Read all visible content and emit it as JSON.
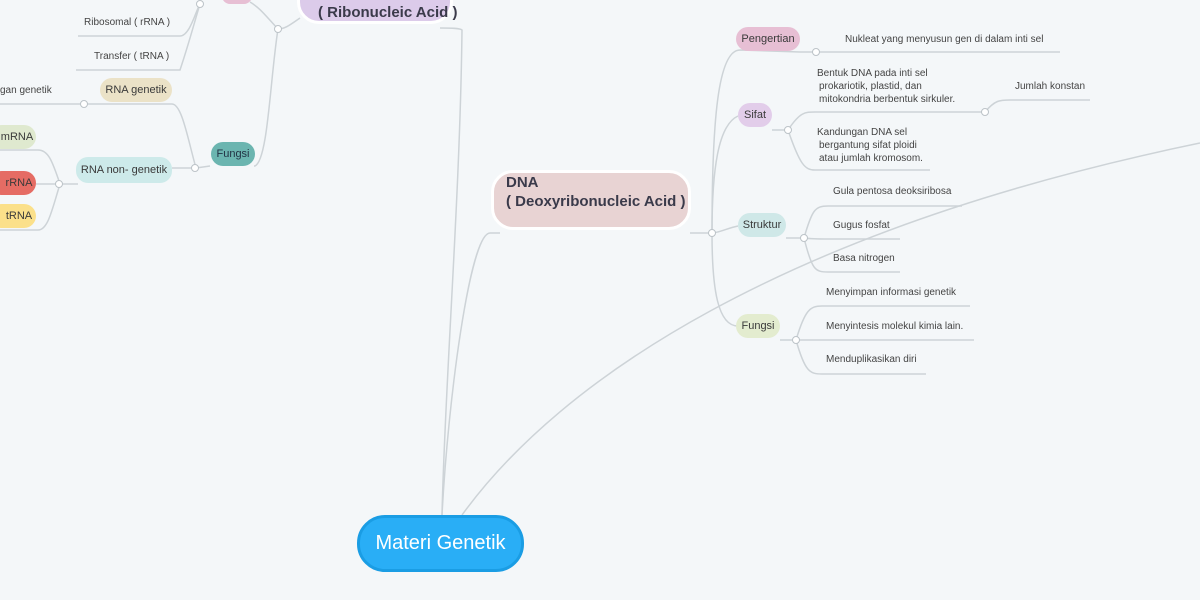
{
  "root": {
    "label": "Materi Genetik"
  },
  "rna": {
    "title_line2": "( Ribonucleic Acid )",
    "ribosomal": "Ribosomal ( rRNA )",
    "transfer": "Transfer ( tRNA )",
    "fungsi": "Fungsi",
    "rna_genetik": "RNA genetik",
    "rna_genetik_leaf": "gan genetik",
    "rna_non_genetik": "RNA non- genetik",
    "mrna": "mRNA",
    "rrna": "rRNA",
    "trna": "tRNA"
  },
  "dna": {
    "title_line1": "DNA",
    "title_line2": "( Deoxyribonucleic Acid )",
    "pengertian": {
      "label": "Pengertian",
      "leaf": "Nukleat yang menyusun gen di dalam inti sel"
    },
    "sifat": {
      "label": "Sifat",
      "leaf1": [
        "Bentuk DNA pada inti sel",
        "prokariotik, plastid, dan",
        "mitokondria berbentuk sirkuler."
      ],
      "leaf1_child": "Jumlah konstan",
      "leaf2": [
        "Kandungan DNA sel",
        "bergantung sifat ploidi",
        "atau jumlah kromosom."
      ]
    },
    "struktur": {
      "label": "Struktur",
      "items": [
        "Gula pentosa deoksiribosa",
        "Gugus fosfat",
        "Basa nitrogen"
      ]
    },
    "fungsi": {
      "label": "Fungsi",
      "items": [
        "Menyimpan informasi genetik",
        "Menyintesis molekul kimia lain.",
        "Menduplikasikan diri"
      ]
    }
  },
  "colors": {
    "root": "#29aef6",
    "dna_node": "#e8d3d3",
    "rna_node": "#dccbea",
    "pengertian": "#e7bfd4",
    "sifat": "#e2cdea",
    "struktur": "#cfe8e8",
    "fungsi_dna": "#e3eccf",
    "fungsi_rna": "#6bb5b0",
    "rna_genetik": "#ebe2c7",
    "rna_non_genetik": "#cdeaea",
    "mrna": "#dfe9cf",
    "rrna": "#e56c64",
    "trna": "#fbe08a",
    "edge": "#cdd3d7"
  }
}
